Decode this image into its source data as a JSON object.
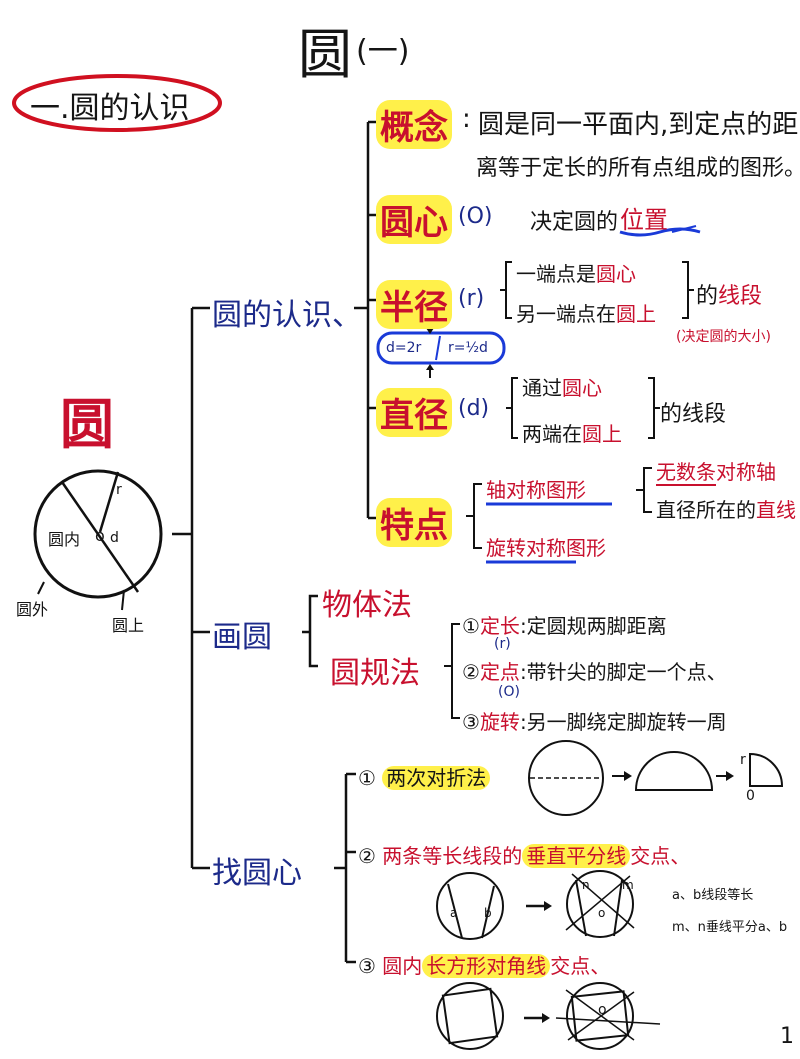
{
  "title": {
    "main": "圆",
    "sub": "(一)"
  },
  "section1": {
    "label": "一.圆的认识"
  },
  "center_word": "圆",
  "circle1": {
    "radius_letter": "r",
    "center_letter": "o",
    "diam_letter": "d",
    "inside": "圆内",
    "outside": "圆外",
    "on": "圆上"
  },
  "branch1": {
    "label": "圆的认识、",
    "concept": {
      "term": "概念",
      "colon": ":",
      "line1": "圆是同一平面内,到定点的距",
      "line2": "离等于定长的所有点组成的图形。"
    },
    "center": {
      "term": "圆心",
      "sym": "(O)",
      "desc_pre": "决定圆的",
      "desc_key": "位置"
    },
    "radius": {
      "term": "半径",
      "sym": "(r)",
      "line1_pre": "一端点是",
      "line1_key": "圆心",
      "line2_pre": "另一端点在",
      "line2_key": "圆上",
      "result_pre": "的",
      "result_key": "线段",
      "note": "(决定圆的大小)"
    },
    "formula": {
      "left": "d=2r",
      "right": "r=½d"
    },
    "diameter": {
      "term": "直径",
      "sym": "(d)",
      "line1_pre": "通过",
      "line1_key": "圆心",
      "line2_pre": "两端在",
      "line2_key": "圆上",
      "result": "的线段"
    },
    "features": {
      "term": "特点",
      "axis": "轴对称图形",
      "rot": "旋转对称图形",
      "axis_n1": "无数条",
      "axis_n2": "对称轴",
      "axis_d_pre": "直径所在的",
      "axis_d_key": "直线"
    }
  },
  "branch2": {
    "label": "画圆",
    "m1": "物体法",
    "m2": "圆规法",
    "steps": [
      {
        "num": "①",
        "key": "定长",
        "text": ":定圆规两脚距离"
      },
      {
        "num": "②",
        "key": "定点",
        "text": ":带针尖的脚定一个点、"
      },
      {
        "num": "③",
        "key": "旋转",
        "text": ":另一脚绕定脚旋转一周"
      }
    ],
    "r_mark": "(r)",
    "o_mark": "(O)"
  },
  "branch3": {
    "label": "找圆心",
    "s1": {
      "num": "①",
      "text": "两次对折法"
    },
    "s2": {
      "num": "②",
      "pre": "两条等长线段的",
      "key": "垂直平分线",
      "post": "交点、"
    },
    "s3": {
      "num": "③",
      "pre": "圆内",
      "key": "长方形对角线",
      "post": "交点、"
    },
    "notes": {
      "n1": "a、b线段等长",
      "n2": "m、n垂线平分a、b"
    },
    "letters": {
      "a": "a",
      "b": "b",
      "m": "m",
      "n": "n",
      "o": "o",
      "r": "r",
      "zero": "0"
    }
  },
  "page_number": "1"
}
